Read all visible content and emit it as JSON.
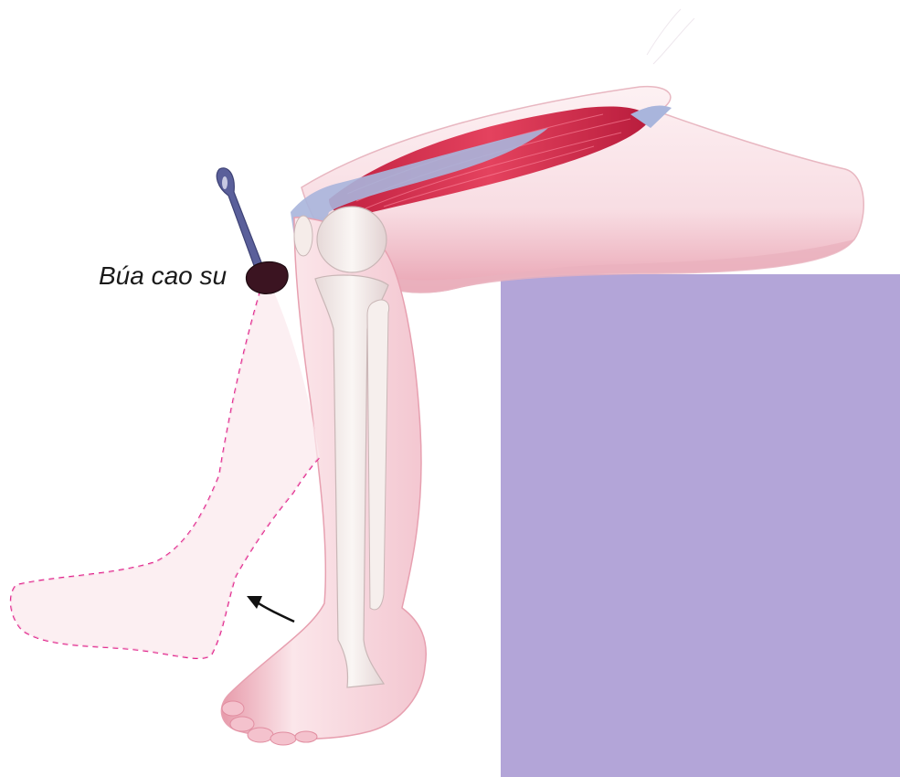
{
  "diagram": {
    "hammer_label": "Búa cao su",
    "colors": {
      "table": "#b3a5d8",
      "skin": "#f6d6dc",
      "skin_shadow": "#e8a3b2",
      "muscle": "#d8334f",
      "tendon": "#a9b5dc",
      "bone": "#f3ece8",
      "hammer_handle": "#5a5f9a",
      "hammer_head": "#3b1421",
      "dashed_outline": "#e0218a",
      "arrow": "#111111"
    },
    "elements": [
      "thigh",
      "quadriceps-muscle",
      "patellar-tendon",
      "knee-joint",
      "lower-leg",
      "tibia-bone",
      "fibula-bone",
      "foot",
      "reflex-hammer",
      "kicked-leg-outline",
      "motion-arrow",
      "table"
    ]
  }
}
